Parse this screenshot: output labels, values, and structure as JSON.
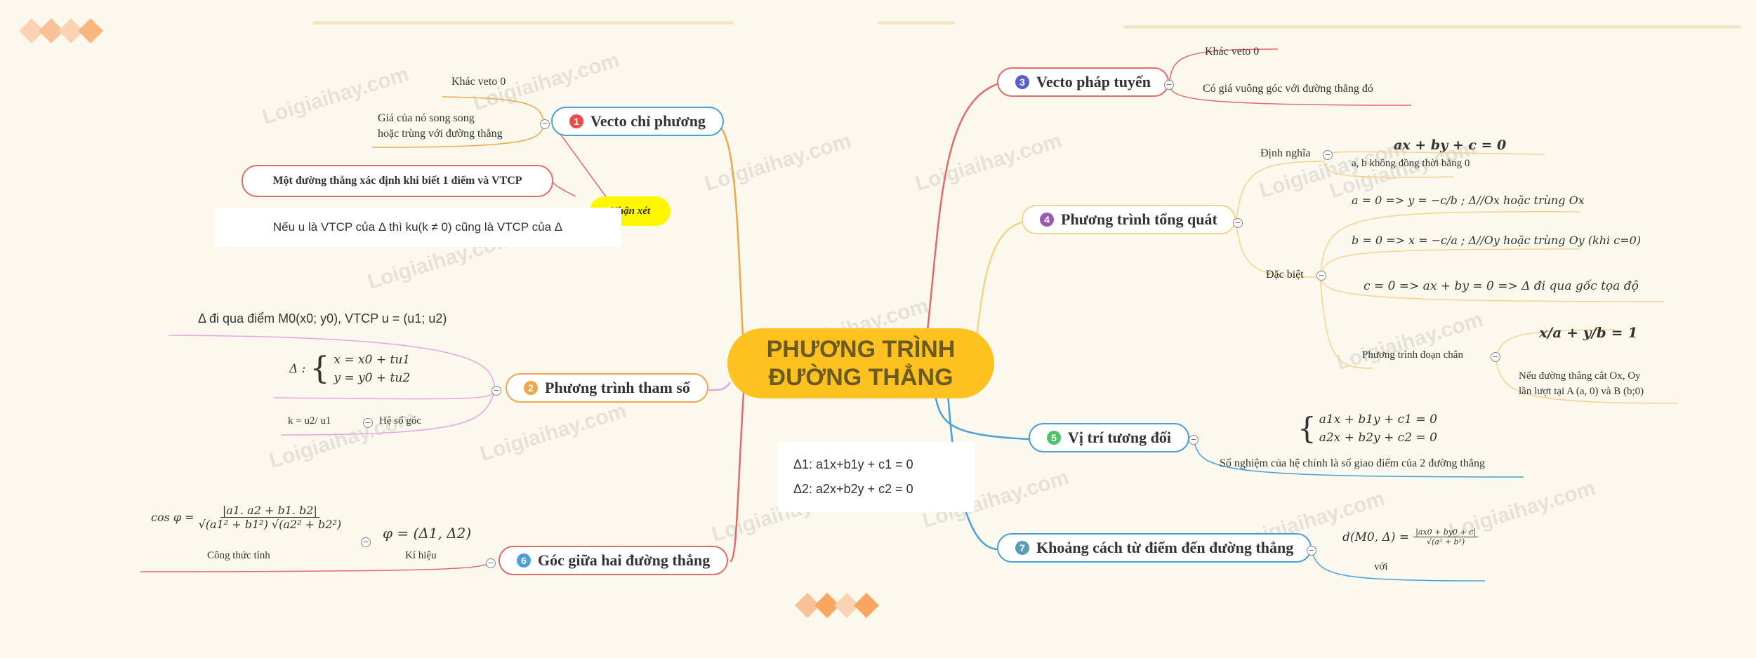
{
  "center": {
    "line1": "PHƯƠNG TRÌNH",
    "line2": "ĐƯỜNG THẲNG"
  },
  "watermark": "Loigiaihay.com",
  "colors": {
    "red": "#e46a6a",
    "blue": "#4a9fd8",
    "orange": "#f0a64b",
    "purple": "#9b59b6",
    "green": "#4cc26b",
    "teal": "#5b9bb5",
    "indigo": "#5a5fd6",
    "yellow": "#fdc220"
  },
  "branches": {
    "b1": {
      "num": "1",
      "title": "Vecto chỉ phương",
      "sub1": "Khác veto 0",
      "sub2a": "Giá của nó song song",
      "sub2b": "hoặc trùng với đường thẳng",
      "note_label": "Nhận xét",
      "note1": "Một đường thẳng xác định khi biết 1 điểm và VTCP",
      "note2": "Nếu  u  là VTCP của  Δ  thì  ku(k ≠ 0)  cũng là VTCP của  Δ"
    },
    "b2": {
      "num": "2",
      "title": "Phương trình tham số",
      "line1": "Δ đi qua điểm M0(x0; y0), VTCP u = (u1; u2)",
      "sys_prefix": "Δ :",
      "sys1": "x = x0 + tu1",
      "sys2": "y = y0 + tu2",
      "k": "k = u2/ u1",
      "k_label": "Hệ số góc"
    },
    "b6": {
      "num": "6",
      "title": "Góc giữa hai đường thẳng",
      "cos_lhs": "cos φ =",
      "cos_num": "|a1. a2 + b1. b2|",
      "cos_den": "√(a1² + b1²) √(a2² + b2²)",
      "cong_thuc": "Công thức tính",
      "phi": "φ = (Δ1, Δ2)",
      "ki_hieu": "Kí hiệu",
      "d1": "Δ1: a1x+b1y + c1 = 0",
      "d2": "Δ2: a2x+b2y + c2 = 0"
    },
    "b3": {
      "num": "3",
      "title": "Vecto pháp tuyến",
      "sub1": "Khác veto 0",
      "sub2": "Có giá vuông góc với đường thẳng đó"
    },
    "b4": {
      "num": "4",
      "title": "Phương trình tổng quát",
      "dinh_nghia": "Định nghĩa",
      "eq": "ax + by + c = 0",
      "eq_note": "a, b không đồng thời bằng 0",
      "dac_biet": "Đặc biệt",
      "case1": "a = 0 => y = −c/b ; Δ//Ox hoặc trùng Ox",
      "case2": "b = 0 => x = −c/a ; Δ//Oy hoặc trùng Oy (khi c=0)",
      "case3": "c = 0 => ax + by = 0 => Δ đi qua gốc tọa độ",
      "doan_chan": "Phương trình đoạn chắn",
      "doan_chan_eq": "x/a + y/b = 1",
      "doan_chan_note1": "Nếu đường thẳng cắt Ox, Oy",
      "doan_chan_note2": "lần lượt tại A (a, 0) và B (b;0)"
    },
    "b5": {
      "num": "5",
      "title": "Vị trí tương đối",
      "sys1": "a1x + b1y + c1 = 0",
      "sys2": "a2x + b2y + c2 = 0",
      "note": "Số nghiệm của hệ chính là số giao điểm của 2 đường thẳng"
    },
    "b7": {
      "num": "7",
      "title": "Khoảng cách từ điểm đến đường thẳng",
      "formula_lhs": "d(M0, Δ) =",
      "formula_num": "|ax0 + by0 + c|",
      "formula_den": "√(a² + b²)",
      "voi": "với"
    }
  }
}
